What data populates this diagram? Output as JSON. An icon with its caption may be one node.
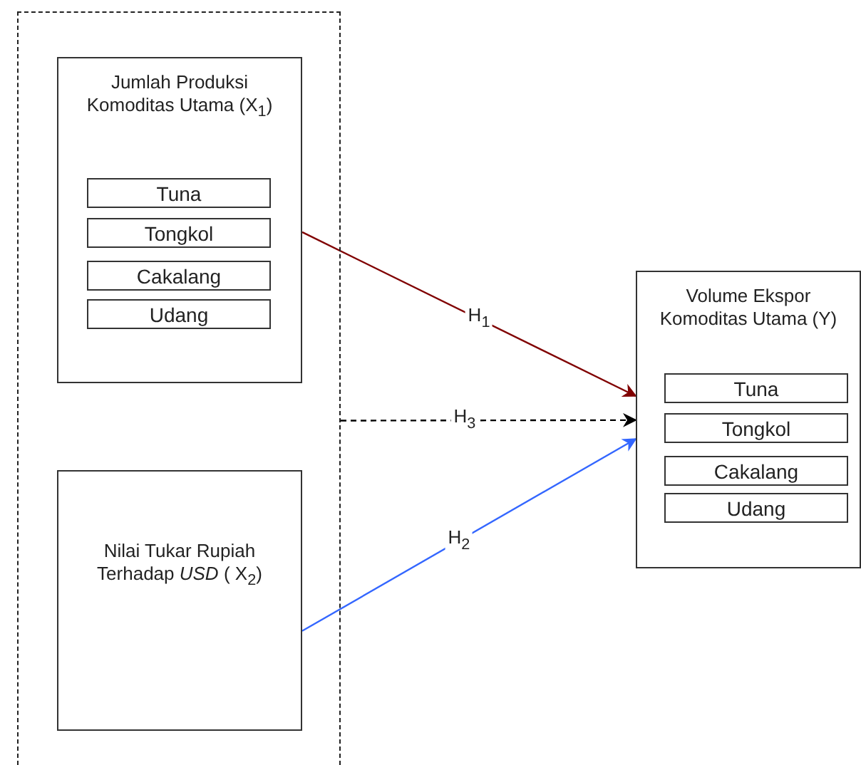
{
  "diagram": {
    "nodes": [
      {
        "text": [],
        "shape": "box"
      },
      {
        "text": [
          "Jumlah Produksi Komoditas Utama (X$_{1}$)"
        ],
        "in": 0
      },
      {
        "text": [
          "Tuna"
        ],
        "in": 1
      },
      {
        "text": [
          "Tongkol"
        ],
        "in": 1
      },
      {
        "text": [
          "Cakalang"
        ],
        "in": 1
      },
      {
        "text": [
          "Udang"
        ],
        "in": 1
      },
      {
        "text": [
          "Nilai Tukar Rupiah Terhadap *USD* ( X$_{2}$)"
        ],
        "in": 0
      },
      {
        "text": [
          "Volume Ekspor Komoditas Utama (Y)"
        ]
      },
      {
        "text": [
          "Tuna"
        ],
        "in": 7
      },
      {
        "text": [
          "Tongkol"
        ],
        "in": 7
      },
      {
        "text": [
          "Cakalang"
        ],
        "in": 7
      },
      {
        "text": [
          "Udang"
        ],
        "in": 7
      }
    ],
    "edges": [
      {
        "from": 1,
        "to": 7,
        "arrow": "to",
        "label": "H$_{1}$",
        "color": "#800000"
      },
      {
        "from": 0,
        "to": 7,
        "arrow": "to",
        "label": "H$_{3}$",
        "style": "dashed",
        "color": "#000000"
      },
      {
        "from": 6,
        "to": 7,
        "arrow": "to",
        "label": "H$_{2}$",
        "color": "#3366ff"
      }
    ]
  }
}
